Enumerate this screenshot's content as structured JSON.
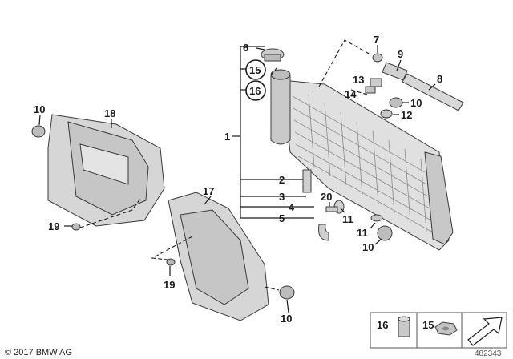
{
  "callouts": {
    "c1": "1",
    "c2": "2",
    "c3": "3",
    "c4": "4",
    "c5": "5",
    "c6": "6",
    "c7": "7",
    "c8": "8",
    "c9": "9",
    "c10a": "10",
    "c10b": "10",
    "c10c": "10",
    "c10d": "10",
    "c11a": "11",
    "c11b": "11",
    "c12": "12",
    "c13": "13",
    "c14": "14",
    "c15": "15",
    "c16": "16",
    "c17": "17",
    "c18": "18",
    "c19a": "19",
    "c19b": "19",
    "c20": "20"
  },
  "legend": {
    "item16": "16",
    "item15": "15"
  },
  "footer": {
    "copyright": "© 2017 BMW AG",
    "doc_number": "482343"
  },
  "colors": {
    "part_fill": "#d9d9d9",
    "part_dark": "#b8b8b8",
    "line": "#1a1a1a"
  }
}
